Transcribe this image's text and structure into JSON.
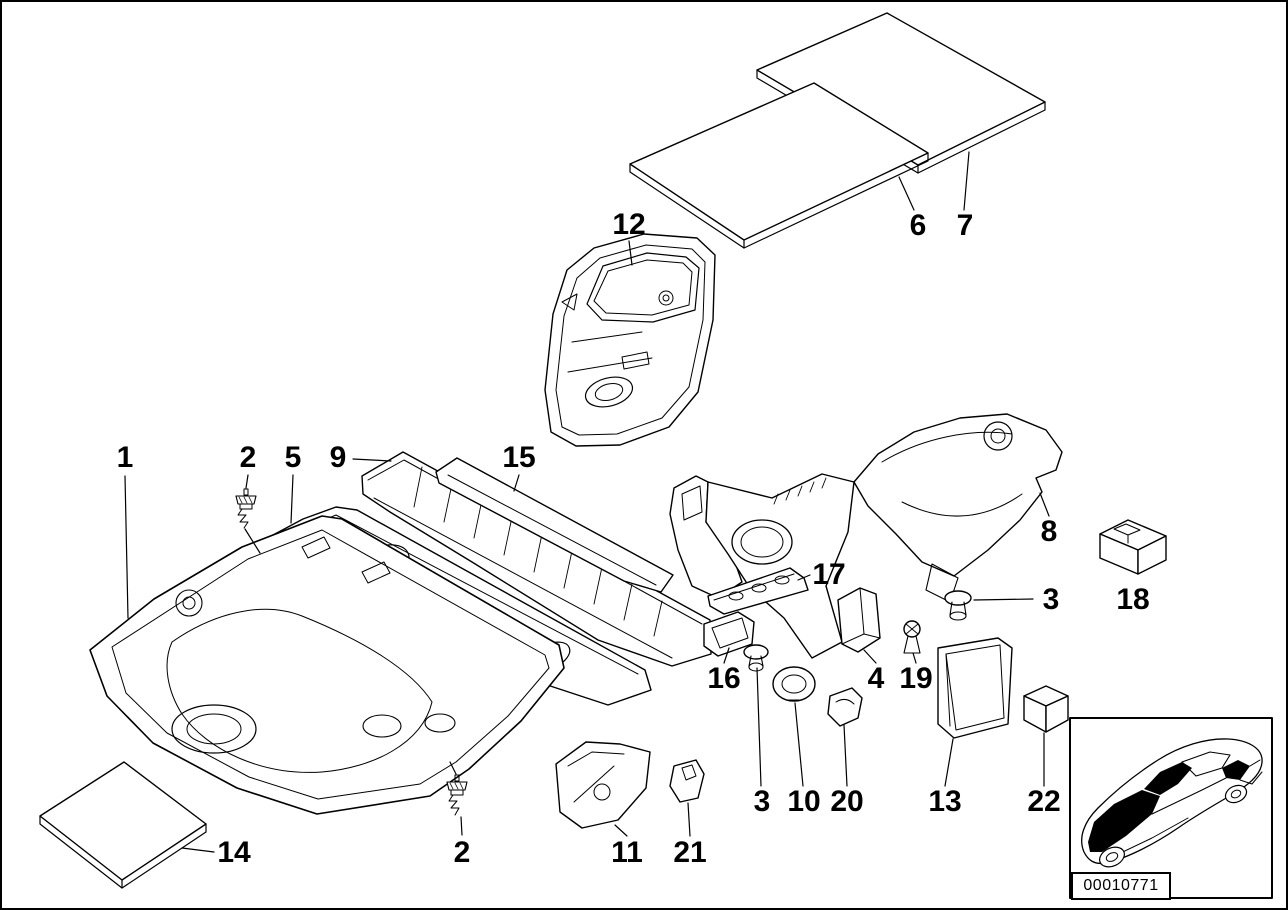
{
  "figure": {
    "drawing_number": "00010771"
  },
  "colors": {
    "ink": "#000000",
    "background": "#ffffff"
  },
  "icons": {
    "car_inset": "car-coupe-silhouette"
  },
  "callouts": [
    {
      "label": "1"
    },
    {
      "label": "2"
    },
    {
      "label": "5"
    },
    {
      "label": "9"
    },
    {
      "label": "15"
    },
    {
      "label": "12"
    },
    {
      "label": "6"
    },
    {
      "label": "7"
    },
    {
      "label": "8"
    },
    {
      "label": "18"
    },
    {
      "label": "3"
    },
    {
      "label": "17"
    },
    {
      "label": "16"
    },
    {
      "label": "4"
    },
    {
      "label": "19"
    },
    {
      "label": "3"
    },
    {
      "label": "10"
    },
    {
      "label": "20"
    },
    {
      "label": "13"
    },
    {
      "label": "22"
    },
    {
      "label": "14"
    },
    {
      "label": "2"
    },
    {
      "label": "11"
    },
    {
      "label": "21"
    }
  ]
}
